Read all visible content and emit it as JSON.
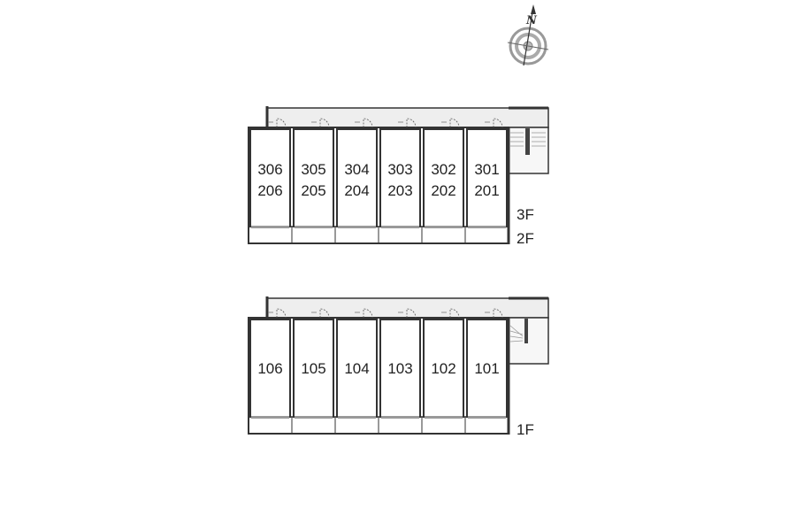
{
  "compass": {
    "north_label": "N",
    "icon": "compass-rose-icon"
  },
  "upper_block": {
    "units": [
      {
        "top": "306",
        "bottom": "206"
      },
      {
        "top": "305",
        "bottom": "205"
      },
      {
        "top": "304",
        "bottom": "204"
      },
      {
        "top": "303",
        "bottom": "203"
      },
      {
        "top": "302",
        "bottom": "202"
      },
      {
        "top": "301",
        "bottom": "201"
      }
    ],
    "floor_labels": [
      "3F",
      "2F"
    ]
  },
  "lower_block": {
    "units": [
      {
        "top": "106"
      },
      {
        "top": "105"
      },
      {
        "top": "104"
      },
      {
        "top": "103"
      },
      {
        "top": "102"
      },
      {
        "top": "101"
      }
    ],
    "floor_labels": [
      "1F"
    ]
  },
  "colors": {
    "wall": "#333333",
    "corridor": "#eeeeee",
    "stair": "#999999"
  }
}
